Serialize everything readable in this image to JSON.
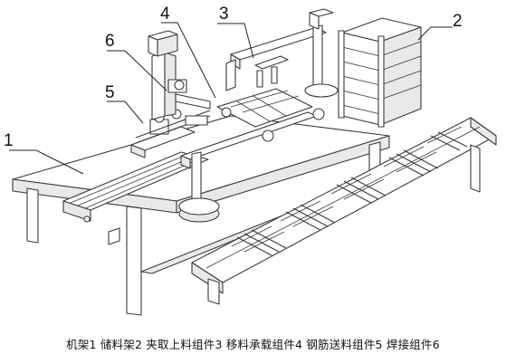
{
  "figure": {
    "callouts": [
      {
        "id": "c1",
        "text": "1"
      },
      {
        "id": "c2",
        "text": "2"
      },
      {
        "id": "c3",
        "text": "3"
      },
      {
        "id": "c4",
        "text": "4"
      },
      {
        "id": "c5",
        "text": "5"
      },
      {
        "id": "c6",
        "text": "6"
      }
    ],
    "caption": "机架1  储料架2  夹取上料组件3  移料承载组件4  钢筋送料组件5  焊接组件6"
  }
}
